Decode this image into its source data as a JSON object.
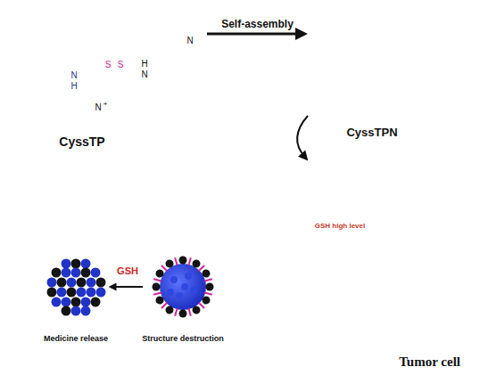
{
  "diagram": {
    "nodes": [
      {
        "text": [
          "CyssTP"
        ]
      },
      {
        "text": [
          "CyssTPN"
        ]
      },
      {
        "text": [
          "Tumor cell"
        ]
      },
      {
        "text": [
          "GSH",
          "Medicine release",
          "Structure destruction"
        ]
      }
    ],
    "edges": [
      {
        "from": 0,
        "to": 1,
        "label": "Self-assembly",
        "arrow": "to"
      },
      {
        "from": 1,
        "to": 2,
        "arrow": "to"
      }
    ],
    "labels": [
      "N",
      "H",
      "S",
      "S",
      "H",
      "N",
      "N",
      "N",
      "+",
      "GSH high level"
    ]
  }
}
